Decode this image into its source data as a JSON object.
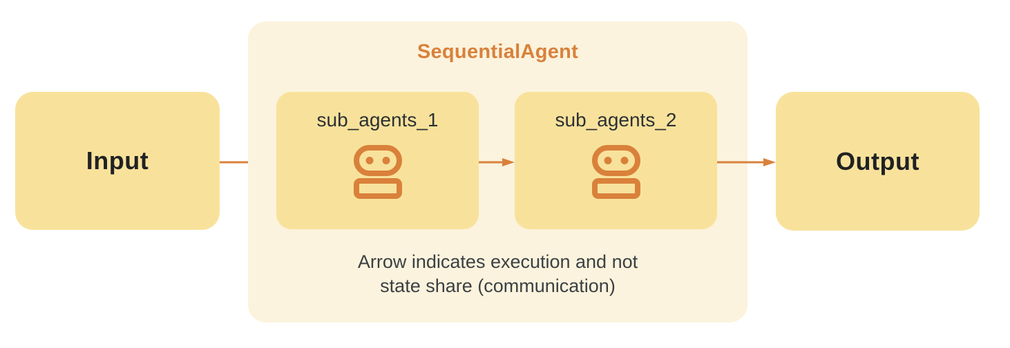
{
  "diagram": {
    "title": "SequentialAgent",
    "input_label": "Input",
    "output_label": "Output",
    "sub_agents": [
      {
        "label": "sub_agents_1",
        "icon": "robot-icon"
      },
      {
        "label": "sub_agents_2",
        "icon": "robot-icon"
      }
    ],
    "caption": "Arrow indicates execution and not\nstate share (communication)",
    "arrows": [
      {
        "from": "input",
        "to": "sub_agents_1"
      },
      {
        "from": "sub_agents_1",
        "to": "sub_agents_2"
      },
      {
        "from": "sub_agents_2",
        "to": "output"
      }
    ],
    "colors": {
      "accent_orange": "#D9813B",
      "box_yellow": "#F8E29B",
      "container_cream": "#FBF3DD",
      "text_dark": "#202124",
      "text_gray": "#3C4043",
      "canvas_white": "#FFFFFF"
    }
  }
}
